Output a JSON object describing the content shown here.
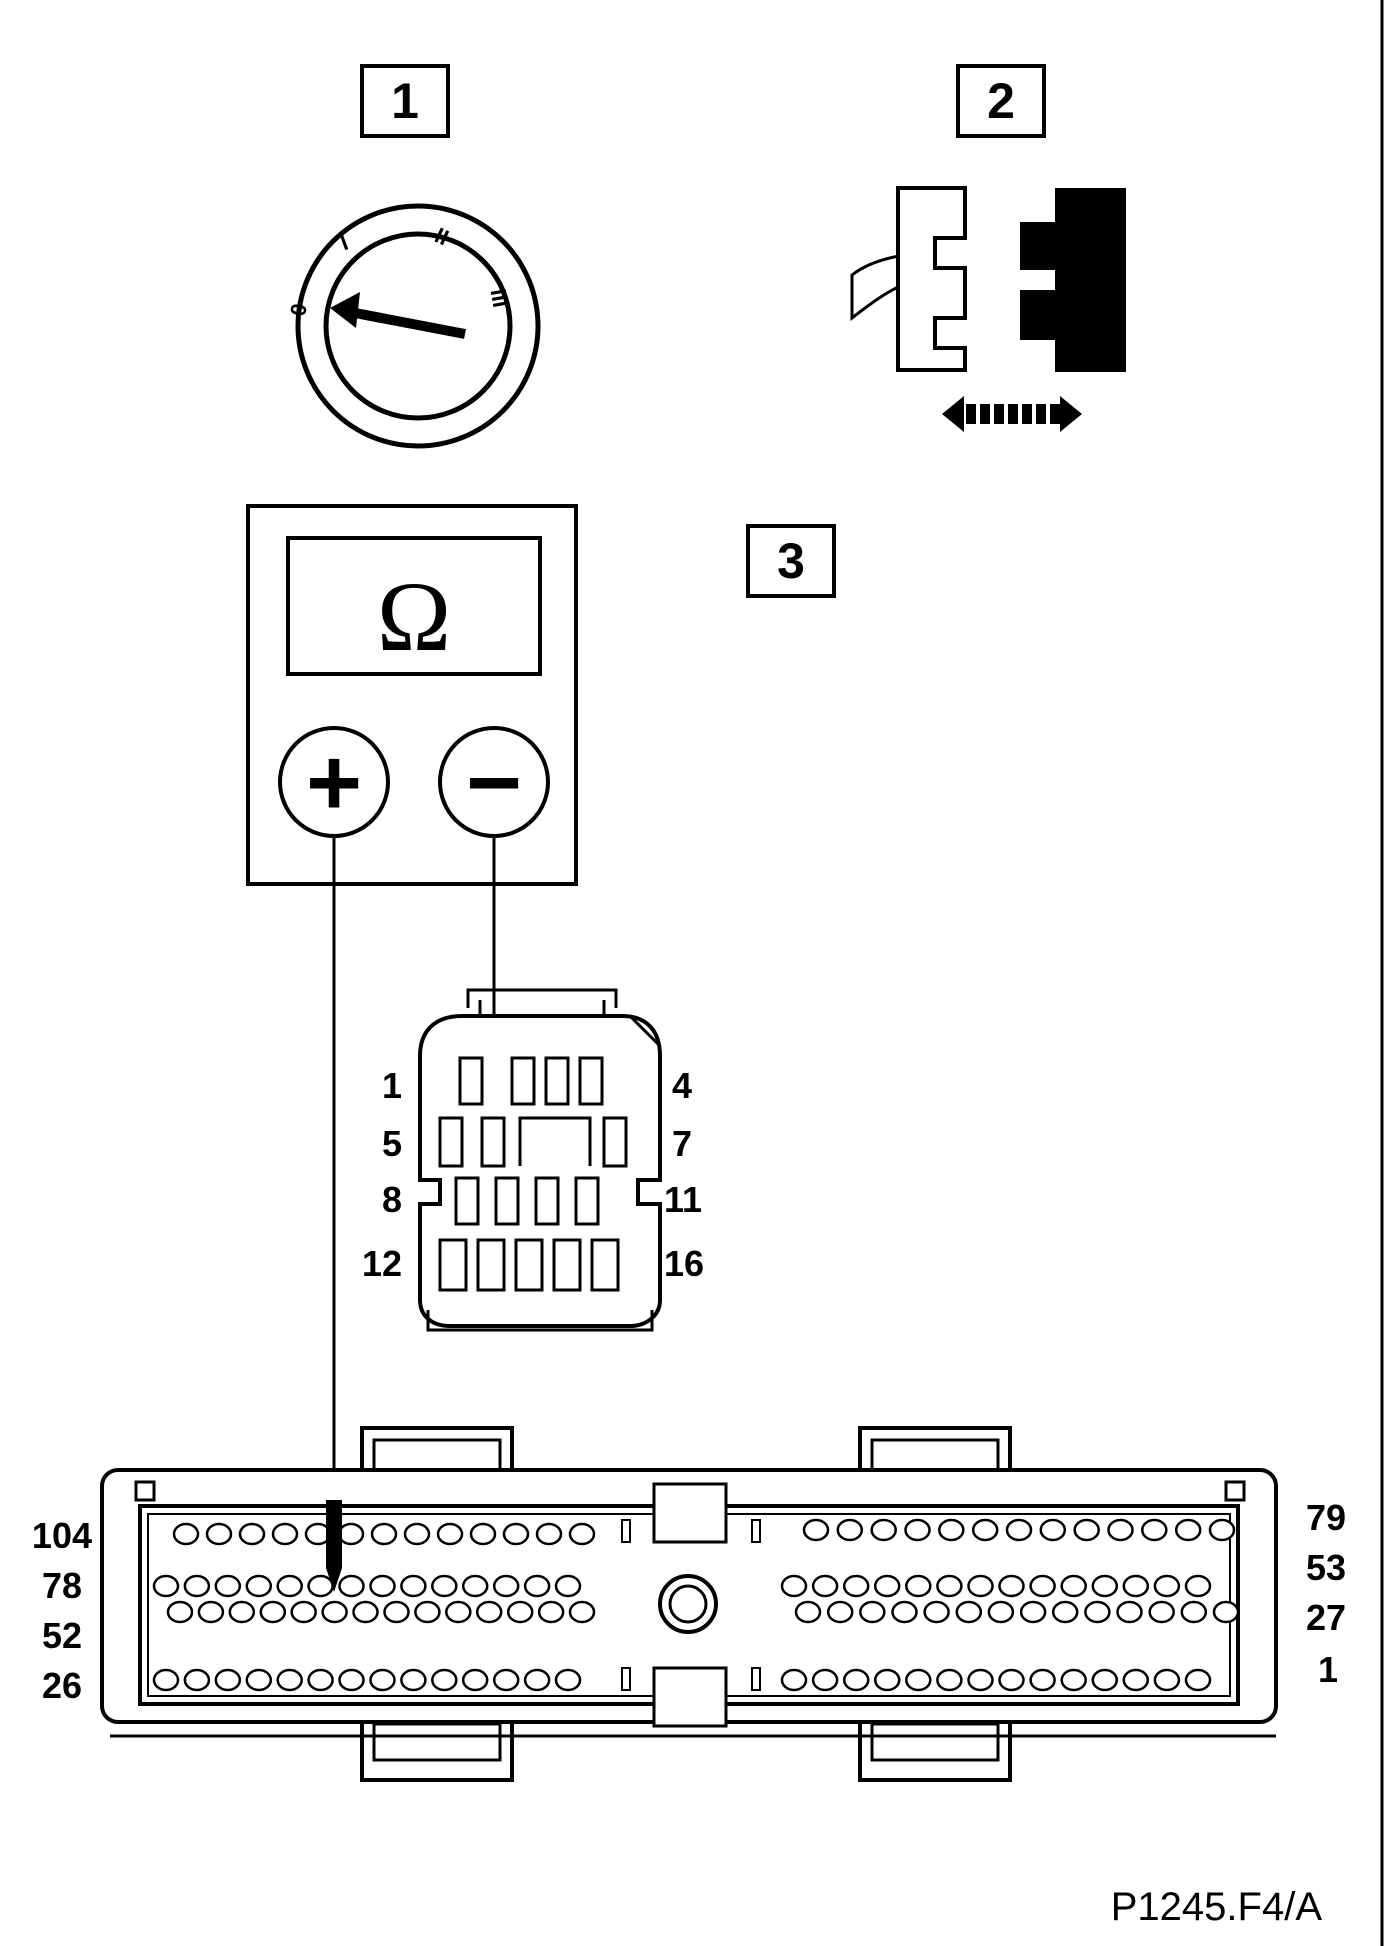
{
  "steps": [
    {
      "number": "1"
    },
    {
      "number": "2"
    },
    {
      "number": "3"
    }
  ],
  "ignition_switch": {
    "positions": [
      "0",
      "I",
      "II",
      "III"
    ]
  },
  "multimeter": {
    "display": "Ω",
    "positive": "+",
    "negative": "−"
  },
  "small_connector": {
    "pin_labels": {
      "left": [
        "1",
        "5",
        "8",
        "12"
      ],
      "right": [
        "4",
        "7",
        "11",
        "16"
      ]
    }
  },
  "ecu_connector": {
    "pin_labels": {
      "left": [
        "104",
        "78",
        "52",
        "26"
      ],
      "right": [
        "79",
        "53",
        "27",
        "1"
      ]
    }
  },
  "figure_ref": "P1245.F4/A"
}
